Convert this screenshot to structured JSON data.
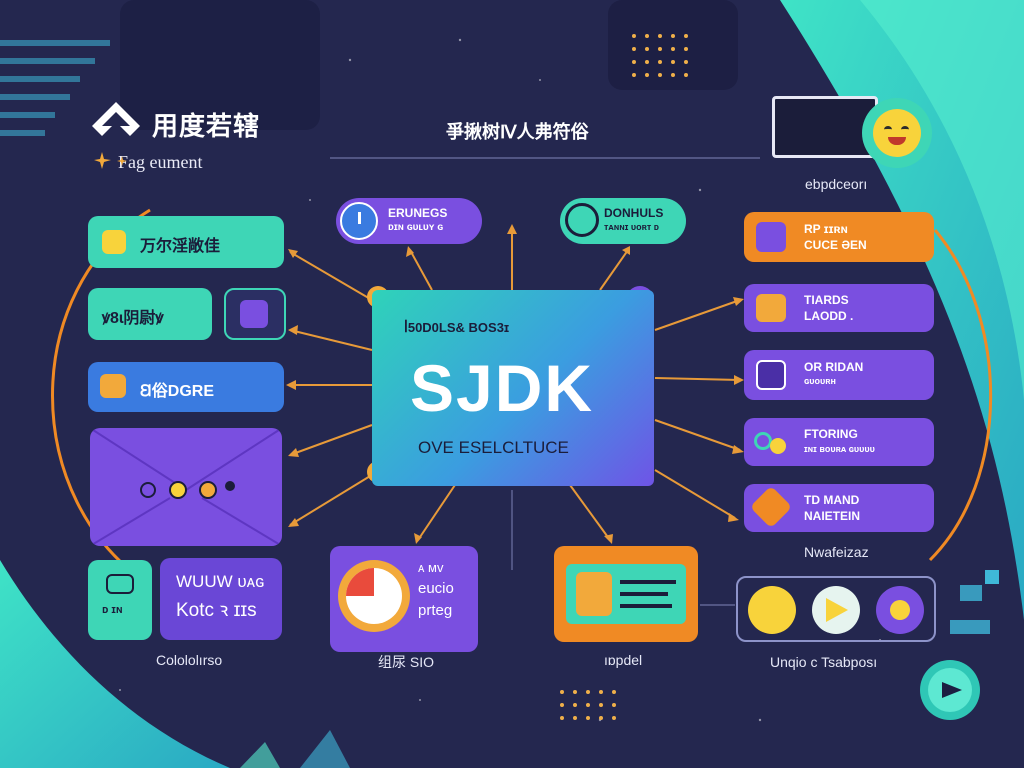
{
  "header": {
    "logo_title": "用度若辖",
    "logo_sub": "Fag eument",
    "center_title": "爭揪树Ⅳ人弗符俗",
    "right_caption": "ebpdceorı"
  },
  "center_card": {
    "top_text": "ꟾ50D0LS& BOS3ɪ",
    "logo_text": "SJDK",
    "bottom_text": "OVE ESELCLTUCE"
  },
  "top_chips": [
    {
      "line1": "ERUNEGS",
      "line2": "ᴅɪɴ ɢᴜʟᴜʏ ɢ"
    },
    {
      "line1": "DONHULS",
      "line2": "ᴛᴀɴɴɪ ᴜᴏʀᴛ ᴅ"
    }
  ],
  "left_items": [
    {
      "label": "万尔淫敞佳"
    },
    {
      "label": "ꝟ8ɩ阴尉ꝟ"
    },
    {
      "label": "Ꞛ俗DGRE"
    }
  ],
  "right_items": [
    {
      "line1": "RP ɪɪʀɴ",
      "line2": "CUCE ƏEN"
    },
    {
      "line1": "TIARDS",
      "line2": "LAODD ."
    },
    {
      "line1": "OR RIDAN",
      "line2": "ɢᴜᴏᴜʀʜ"
    },
    {
      "line1": "FTORING",
      "line2": "ɪɴɪ ʙᴏᴜʀᴀ ɢᴜᴜᴜᴜ"
    },
    {
      "line1": "TD MAND",
      "line2": "NAIETEIN"
    }
  ],
  "right_mid_caption": "Nwafeizaz",
  "bottom_left": {
    "line1": "WUUW ᴜᴀɢ",
    "line2": "Kotc ꝛ ɪɪs",
    "icon_text": "ᴅ ɪɴ",
    "caption": "Colololırso"
  },
  "bottom_mid": {
    "line1": "ᴀ ᴍᴠ",
    "line2": "eucio",
    "line3": "prteg",
    "caption": "组尿 SIO"
  },
  "bottom_right_caption": "ıɒpdel",
  "bottom_far_caption": "Unqio c Tsabposı",
  "colors": {
    "background": "#24274f",
    "teal": "#3ed6b6",
    "purple": "#7a4fe0",
    "orange": "#f08a24",
    "blue": "#3a7be0",
    "arrow": "#e79a39"
  }
}
